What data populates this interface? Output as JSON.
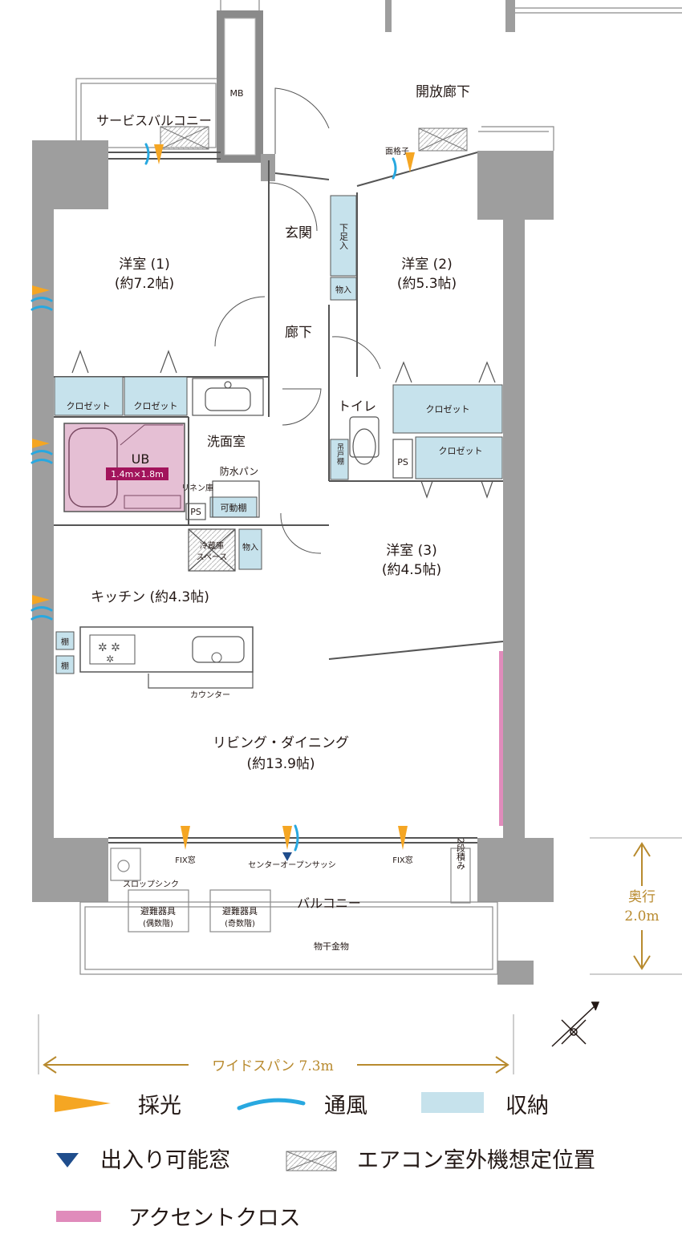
{
  "colors": {
    "wall": "#9e9e9e",
    "storage": "#c6e2ec",
    "bath": "#e5bfd4",
    "bath_label_bg": "#a2145c",
    "accent_cloth": "#e08bbb",
    "light_arrow": "#f5a623",
    "wind": "#28a8e0",
    "door_window": "#1f4d8c",
    "dimension": "#b88a2e"
  },
  "rooms": {
    "service_balcony": "サービスバルコニー",
    "mb": "MB",
    "open_corridor": "開放廊下",
    "lattice": "面格子",
    "entrance": "玄関",
    "shoe_storage": "下足入",
    "storage_1": "物入",
    "storage_2": "物入",
    "western_1_name": "洋室 (1)",
    "western_1_size": "(約7.2帖)",
    "western_2_name": "洋室 (2)",
    "western_2_size": "(約5.3帖)",
    "western_3_name": "洋室 (3)",
    "western_3_size": "(約4.5帖)",
    "hallway": "廊下",
    "closet": "クロゼット",
    "toilet": "トイレ",
    "toilet_shelf": "吊戸棚",
    "ps": "PS",
    "washroom": "洗面室",
    "waterproof_pan": "防水パン",
    "linen": "リネン庫",
    "movable_shelf": "可動棚",
    "ub": "UB",
    "ub_size": "1.4m×1.8m",
    "fridge_space_1": "冷蔵庫",
    "fridge_space_2": "スペース",
    "kitchen": "キッチン (約4.3帖)",
    "shelf": "棚",
    "counter": "カウンター",
    "living_name": "リビング・ダイニング",
    "living_size": "(約13.9帖)",
    "fix_window": "FIX窓",
    "center_sash": "センターオープンサッシ",
    "slop_sink": "スロップシンク",
    "balcony": "バルコニー",
    "two_step": "2段積み",
    "evac_1a": "避難器具",
    "evac_1b": "(偶数階)",
    "evac_2a": "避難器具",
    "evac_2b": "(奇数階)",
    "laundry_hanger": "物干金物"
  },
  "dimensions": {
    "depth_label": "奥行",
    "depth_value": "2.0m",
    "span_label": "ワイドスパン 7.3m"
  },
  "legend": {
    "light": "採光",
    "wind": "通風",
    "storage": "収納",
    "door_window": "出入り可能窓",
    "ac_unit": "エアコン室外機想定位置",
    "accent": "アクセントクロス"
  }
}
